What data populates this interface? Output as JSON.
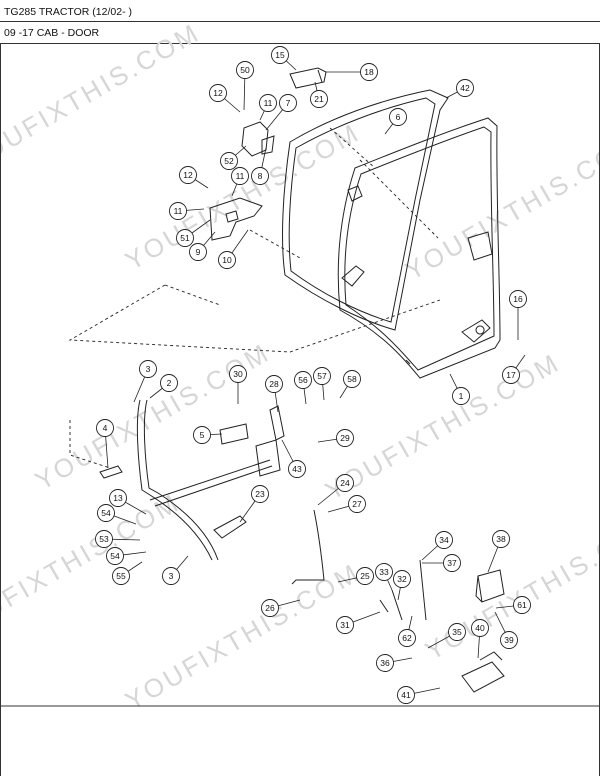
{
  "header": {
    "model": "TG285 TRACTOR (12/02- )",
    "section": "09 -17 CAB - DOOR"
  },
  "watermark": "YOUFIXTHIS.COM",
  "callouts": [
    {
      "id": "c1",
      "label": "1"
    },
    {
      "id": "c2",
      "label": "2"
    },
    {
      "id": "c3a",
      "label": "3"
    },
    {
      "id": "c3b",
      "label": "3"
    },
    {
      "id": "c4",
      "label": "4"
    },
    {
      "id": "c5",
      "label": "5"
    },
    {
      "id": "c6",
      "label": "6"
    },
    {
      "id": "c7",
      "label": "7"
    },
    {
      "id": "c8",
      "label": "8"
    },
    {
      "id": "c9",
      "label": "9"
    },
    {
      "id": "c10",
      "label": "10"
    },
    {
      "id": "c11a",
      "label": "11"
    },
    {
      "id": "c11b",
      "label": "11"
    },
    {
      "id": "c11c",
      "label": "11"
    },
    {
      "id": "c12a",
      "label": "12"
    },
    {
      "id": "c12b",
      "label": "12"
    },
    {
      "id": "c13",
      "label": "13"
    },
    {
      "id": "c15",
      "label": "15"
    },
    {
      "id": "c16",
      "label": "16"
    },
    {
      "id": "c17",
      "label": "17"
    },
    {
      "id": "c18",
      "label": "18"
    },
    {
      "id": "c21",
      "label": "21"
    },
    {
      "id": "c23",
      "label": "23"
    },
    {
      "id": "c24",
      "label": "24"
    },
    {
      "id": "c25",
      "label": "25"
    },
    {
      "id": "c26",
      "label": "26"
    },
    {
      "id": "c27",
      "label": "27"
    },
    {
      "id": "c28",
      "label": "28"
    },
    {
      "id": "c29",
      "label": "29"
    },
    {
      "id": "c30",
      "label": "30"
    },
    {
      "id": "c31",
      "label": "31"
    },
    {
      "id": "c32",
      "label": "32"
    },
    {
      "id": "c33",
      "label": "33"
    },
    {
      "id": "c34",
      "label": "34"
    },
    {
      "id": "c35",
      "label": "35"
    },
    {
      "id": "c36",
      "label": "36"
    },
    {
      "id": "c37",
      "label": "37"
    },
    {
      "id": "c38",
      "label": "38"
    },
    {
      "id": "c39",
      "label": "39"
    },
    {
      "id": "c40",
      "label": "40"
    },
    {
      "id": "c41",
      "label": "41"
    },
    {
      "id": "c42",
      "label": "42"
    },
    {
      "id": "c43",
      "label": "43"
    },
    {
      "id": "c50",
      "label": "50"
    },
    {
      "id": "c51",
      "label": "51"
    },
    {
      "id": "c52",
      "label": "52"
    },
    {
      "id": "c53",
      "label": "53"
    },
    {
      "id": "c54a",
      "label": "54"
    },
    {
      "id": "c54b",
      "label": "54"
    },
    {
      "id": "c55",
      "label": "55"
    },
    {
      "id": "c56",
      "label": "56"
    },
    {
      "id": "c57",
      "label": "57"
    },
    {
      "id": "c58",
      "label": "58"
    },
    {
      "id": "c61",
      "label": "61"
    },
    {
      "id": "c62",
      "label": "62"
    }
  ]
}
